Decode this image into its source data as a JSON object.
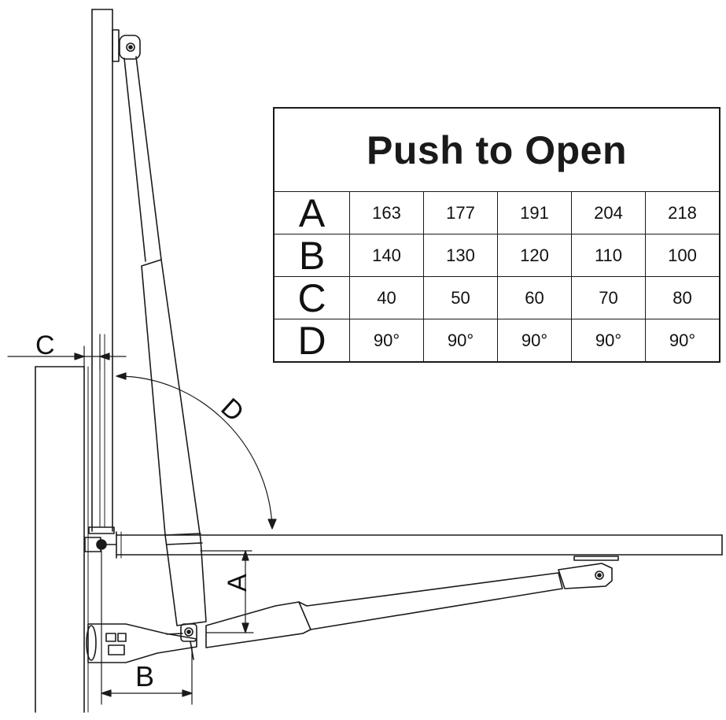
{
  "table": {
    "title": "Push to Open",
    "rows": [
      {
        "label": "A",
        "values": [
          "163",
          "177",
          "191",
          "204",
          "218"
        ]
      },
      {
        "label": "B",
        "values": [
          "140",
          "130",
          "120",
          "110",
          "100"
        ]
      },
      {
        "label": "C",
        "values": [
          "40",
          "50",
          "60",
          "70",
          "80"
        ]
      },
      {
        "label": "D",
        "values": [
          "90°",
          "90°",
          "90°",
          "90°",
          "90°"
        ]
      }
    ]
  },
  "dimensions": {
    "a": "A",
    "b": "B",
    "c": "C",
    "d": "D"
  }
}
